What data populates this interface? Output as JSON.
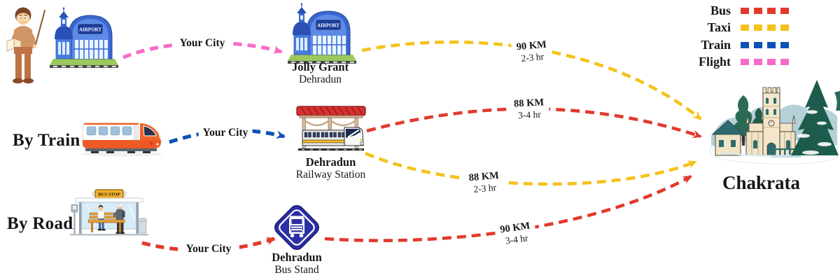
{
  "legend": {
    "items": [
      {
        "label": "Bus",
        "mode": "bus"
      },
      {
        "label": "Taxi",
        "mode": "taxi"
      },
      {
        "label": "Train",
        "mode": "train"
      },
      {
        "label": "Flight",
        "mode": "flight"
      }
    ]
  },
  "colors": {
    "bus": "#E23A2C",
    "taxi": "#F5C21B",
    "train": "#0C51B5",
    "flight": "#F76BC8",
    "text": "#161616"
  },
  "modes": {
    "by_train": "By Train",
    "by_road": "By Road"
  },
  "nodes": {
    "jolly_grant": {
      "title": "Jolly Grant",
      "subtitle": "Dehradun"
    },
    "railway_station": {
      "title": "Dehradun",
      "subtitle": "Railway Station"
    },
    "bus_stand": {
      "title": "Dehradun",
      "subtitle": "Bus Stand"
    },
    "destination": {
      "title": "Chakrata"
    }
  },
  "routes": [
    {
      "from": "your-city",
      "to": "jolly-grant-airport",
      "mode": "flight",
      "label": "Your City"
    },
    {
      "from": "jolly-grant-airport",
      "to": "chakrata",
      "mode": "taxi",
      "distance": "90 KM",
      "duration": "2-3 hr"
    },
    {
      "from": "your-city",
      "to": "dehradun-railway-station",
      "mode": "train",
      "label": "Your City"
    },
    {
      "from": "dehradun-railway-station",
      "to": "chakrata",
      "mode": "bus",
      "distance": "88 KM",
      "duration": "3-4 hr"
    },
    {
      "from": "dehradun-railway-station",
      "to": "chakrata",
      "mode": "taxi",
      "distance": "88 KM",
      "duration": "2-3 hr"
    },
    {
      "from": "your-city",
      "to": "dehradun-bus-stand",
      "mode": "bus",
      "label": "Your City"
    },
    {
      "from": "dehradun-bus-stand",
      "to": "chakrata",
      "mode": "bus",
      "distance": "90 KM",
      "duration": "3-4 hr"
    }
  ],
  "icons": {
    "airport_sign": "AIRPORT",
    "bus_stop_sign": "BUS STOP"
  }
}
